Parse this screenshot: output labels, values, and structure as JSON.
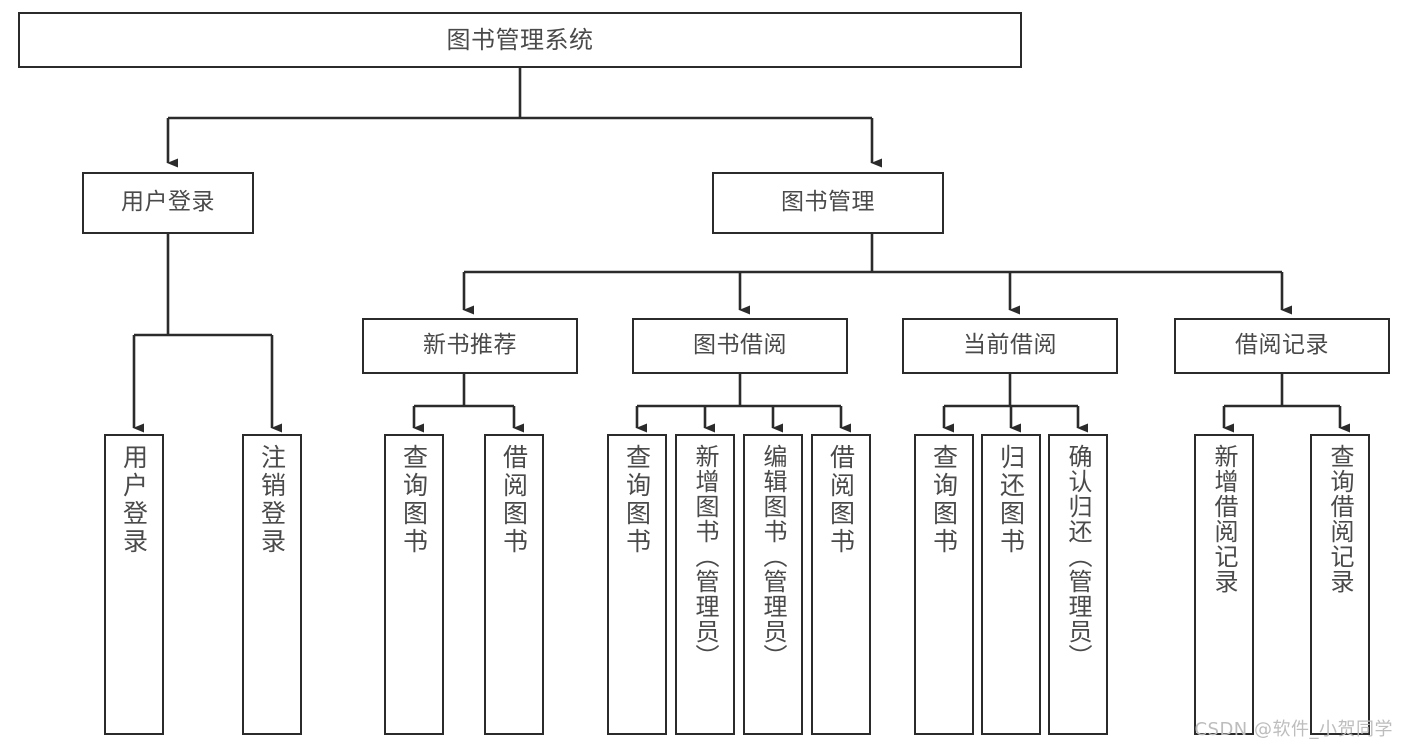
{
  "diagram": {
    "title": "图书管理系统",
    "type": "tree",
    "orientation": "top-down",
    "colors": {
      "background": "#ffffff",
      "box_border": "#2b2b2b",
      "box_fill": "#ffffff",
      "text": "#4a4a4a",
      "edge": "#2b2b2b",
      "watermark": "#bdbdbd"
    },
    "watermark": "CSDN @软件_小贺同学",
    "nodes": {
      "root": {
        "label": "图书管理系统"
      },
      "level2": [
        {
          "label": "用户登录"
        },
        {
          "label": "图书管理"
        }
      ],
      "level3": [
        {
          "label": "新书推荐"
        },
        {
          "label": "图书借阅"
        },
        {
          "label": "当前借阅"
        },
        {
          "label": "借阅记录"
        }
      ],
      "leaves": {
        "user_login": [
          {
            "label": "用户登录"
          },
          {
            "label": "注销登录"
          }
        ],
        "new_book_recommend": [
          {
            "label": "查询图书"
          },
          {
            "label": "借阅图书"
          }
        ],
        "book_borrow": [
          {
            "label": "查询图书"
          },
          {
            "label": "新增图书（管理员）"
          },
          {
            "label": "编辑图书（管理员）"
          },
          {
            "label": "借阅图书"
          }
        ],
        "current_borrow": [
          {
            "label": "查询图书"
          },
          {
            "label": "归还图书"
          },
          {
            "label": "确认归还（管理员）"
          }
        ],
        "borrow_record": [
          {
            "label": "新增借阅记录"
          },
          {
            "label": "查询借阅记录"
          }
        ]
      }
    }
  }
}
